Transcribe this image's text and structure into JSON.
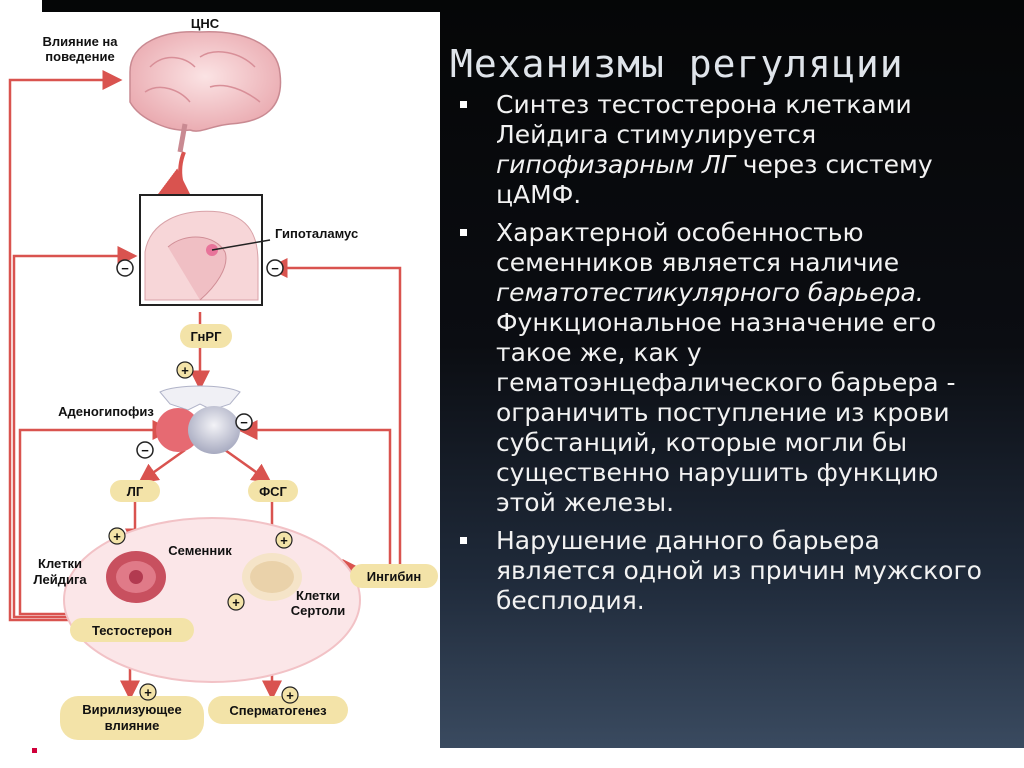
{
  "slide": {
    "title": "Механизмы регуляции",
    "bullets": [
      {
        "a": "Синтез тестостерона клетками Лейдига стимулируется ",
        "em": "гипофизарным ЛГ",
        "b": " через систему цАМФ."
      },
      {
        "a": "Характерной особенностью семенников является наличие ",
        "em": "гематотестикулярного барьера.",
        "b": " Функциональное назначение его такое же, как у гематоэнцефалического барьера - ограничить поступление из крови субстанций, которые могли бы существенно нарушить функцию этой железы."
      },
      {
        "a": "Нарушение данного барьера является одной из причин мужского бесплодия."
      }
    ]
  },
  "diagram": {
    "labels": {
      "cns": "ЦНС",
      "behavior_1": "Влияние на",
      "behavior_2": "поведение",
      "hypothalamus": "Гипоталамус",
      "gnrh": "ГнРГ",
      "adenohypophysis": "Аденогипофиз",
      "lh": "ЛГ",
      "fsh": "ФСГ",
      "testis": "Семенник",
      "leydig_1": "Клетки",
      "leydig_2": "Лейдига",
      "inhibin": "Ингибин",
      "testosterone": "Тестостерон",
      "sertoli_1": "Клетки",
      "sertoli_2": "Сертоли",
      "virilizing_1": "Вирилизующее",
      "virilizing_2": "влияние",
      "spermatogenesis": "Сперматогенез"
    },
    "signs": {
      "plus": "+",
      "minus": "−"
    },
    "colors": {
      "arrow": "#d9534f",
      "pill": "#f3e3a8",
      "brain": "#f2c2c6"
    }
  }
}
